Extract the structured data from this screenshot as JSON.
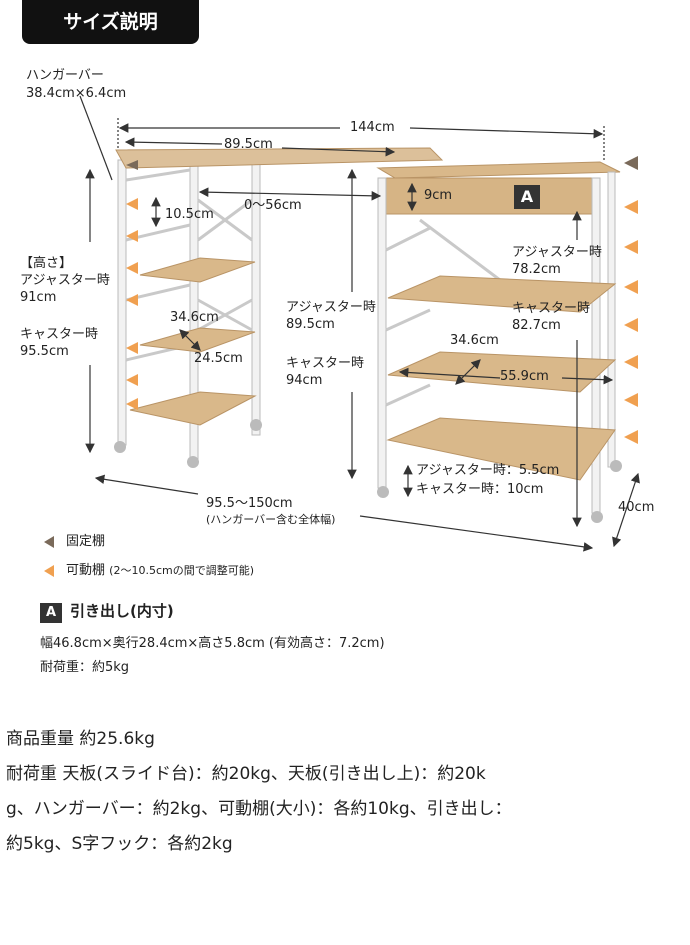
{
  "header": {
    "title": "サイズ説明"
  },
  "labels": {
    "hanger_name": "ハンガーバー",
    "hanger_size": "38.4cm×6.4cm",
    "width_total": "144cm",
    "slide_top_width": "89.5cm",
    "slide_range": "0〜56cm",
    "shelf_gap": "10.5cm",
    "drawer_height": "9cm",
    "drawer_badge": "A",
    "height_heading": "【高さ】",
    "adj_label": "アジャスター時",
    "adj_height": "91cm",
    "caster_label": "キャスター時",
    "caster_height": "95.5cm",
    "right_adj_label": "アジャスター時",
    "right_adj_height": "78.2cm",
    "right_caster_label": "キャスター時",
    "right_caster_height": "82.7cm",
    "mid_adj_label": "アジャスター時",
    "mid_adj_height": "89.5cm",
    "mid_caster_label": "キャスター時",
    "mid_caster_height": "94cm",
    "small_shelf_depth": "34.6cm",
    "small_shelf_width": "24.5cm",
    "big_shelf_depth": "34.6cm",
    "big_shelf_width": "55.9cm",
    "bottom_adj": "アジャスター時：5.5cm",
    "bottom_caster": "キャスター時：10cm",
    "full_width": "95.5〜150cm",
    "full_width_note": "(ハンガーバー含む全体幅)",
    "depth": "40cm"
  },
  "legend": {
    "fixed": "固定棚",
    "movable": "可動棚",
    "movable_note": "(2〜10.5cmの間で調整可能)"
  },
  "drawer": {
    "badge": "A",
    "title": "引き出し(内寸)",
    "dims": "幅46.8cm×奥行28.4cm×高さ5.8cm (有効高さ：7.2cm)",
    "load": "耐荷重：約5kg"
  },
  "specs": {
    "line1": "商品重量 約25.6kg",
    "line2": "耐荷重 天板(スライド台)：約20kg、天板(引き出し上)：約20k",
    "line3": "g、ハンガーバー：約2kg、可動棚(大小)：各約10kg、引き出し：",
    "line4": "約5kg、S字フック：各約2kg"
  },
  "colors": {
    "wood": "#d9b88a",
    "wood_dark": "#b99466",
    "frame": "#f2f2f2",
    "fixed_marker": "#7a6a5a",
    "movable_marker": "#f0a050",
    "line": "#333333"
  }
}
